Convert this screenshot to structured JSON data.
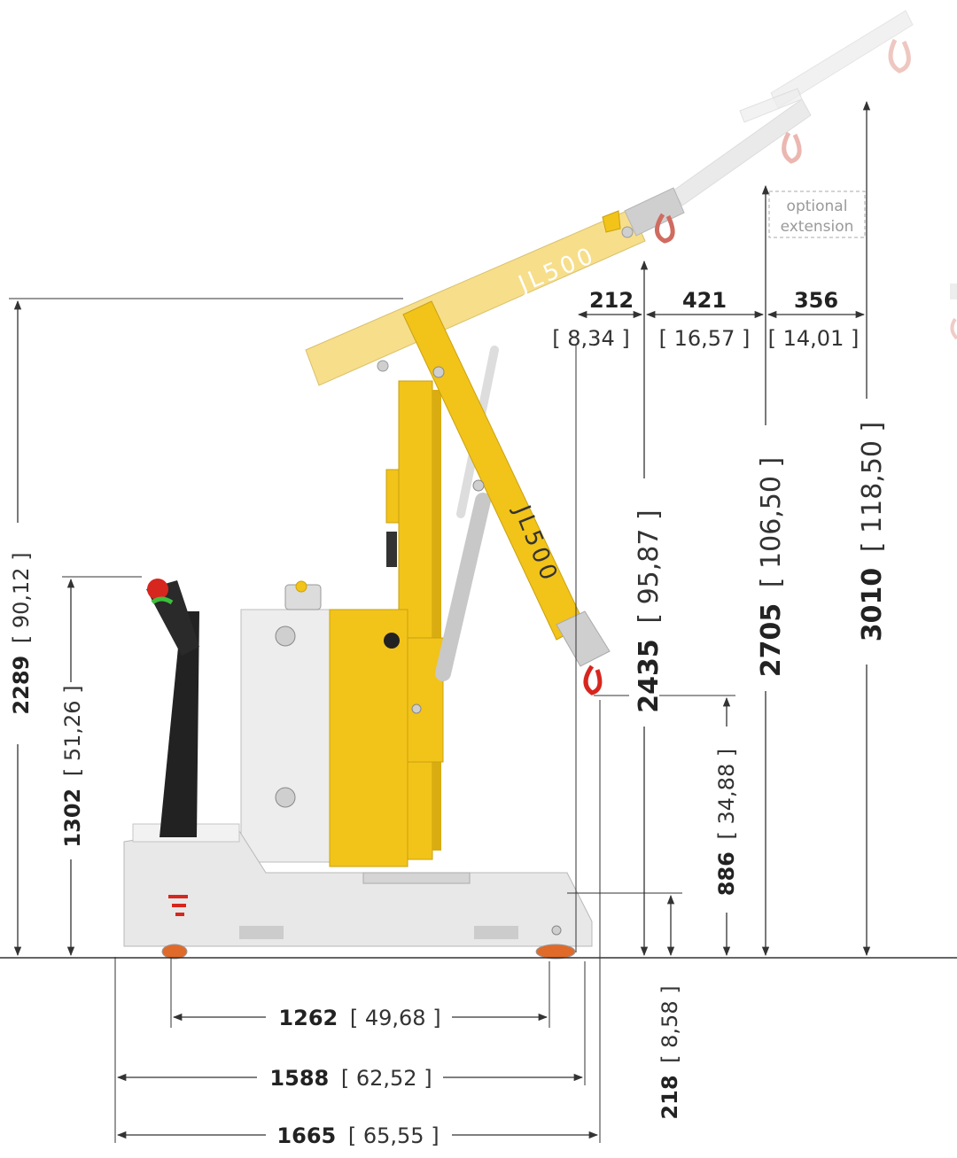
{
  "title": "",
  "colors": {
    "crane_yellow": "#F2C319",
    "crane_yellow_light": "#F7DE8A",
    "body_white": "#E8E8E8",
    "handle_black": "#222222",
    "hook_red": "#D7261E",
    "line": "#333333",
    "ghost": "#E6E6E6"
  },
  "crane": {
    "model_boom": "JL500",
    "model_arm": "JL500"
  },
  "extension_note": {
    "line1": "optional",
    "line2": "extension"
  },
  "dimensions": {
    "overall_height": {
      "mm": "2289",
      "in": "[ 90,12 ]"
    },
    "handle_height": {
      "mm": "1302",
      "in": "[ 51,26 ]"
    },
    "hook_height_low": {
      "mm": "886",
      "in": "[ 34,88 ]"
    },
    "base_height": {
      "mm": "218",
      "in": "[ 8,58 ]"
    },
    "hook_height_high": {
      "mm": "2435",
      "in": "[ 95,87 ]"
    },
    "ext1_height": {
      "mm": "2705",
      "in": "[ 106,50 ]"
    },
    "ext2_height": {
      "mm": "3010",
      "in": "[ 118,50 ]"
    },
    "reach_212": {
      "mm": "212",
      "in": "[ 8,34 ]"
    },
    "reach_421": {
      "mm": "421",
      "in": "[ 16,57 ]"
    },
    "reach_356": {
      "mm": "356",
      "in": "[ 14,01 ]"
    },
    "wheelbase": {
      "mm": "1262",
      "in": "[ 49,68 ]"
    },
    "base_length": {
      "mm": "1588",
      "in": "[ 62,52 ]"
    },
    "overall_length": {
      "mm": "1665",
      "in": "[ 65,55 ]"
    }
  }
}
